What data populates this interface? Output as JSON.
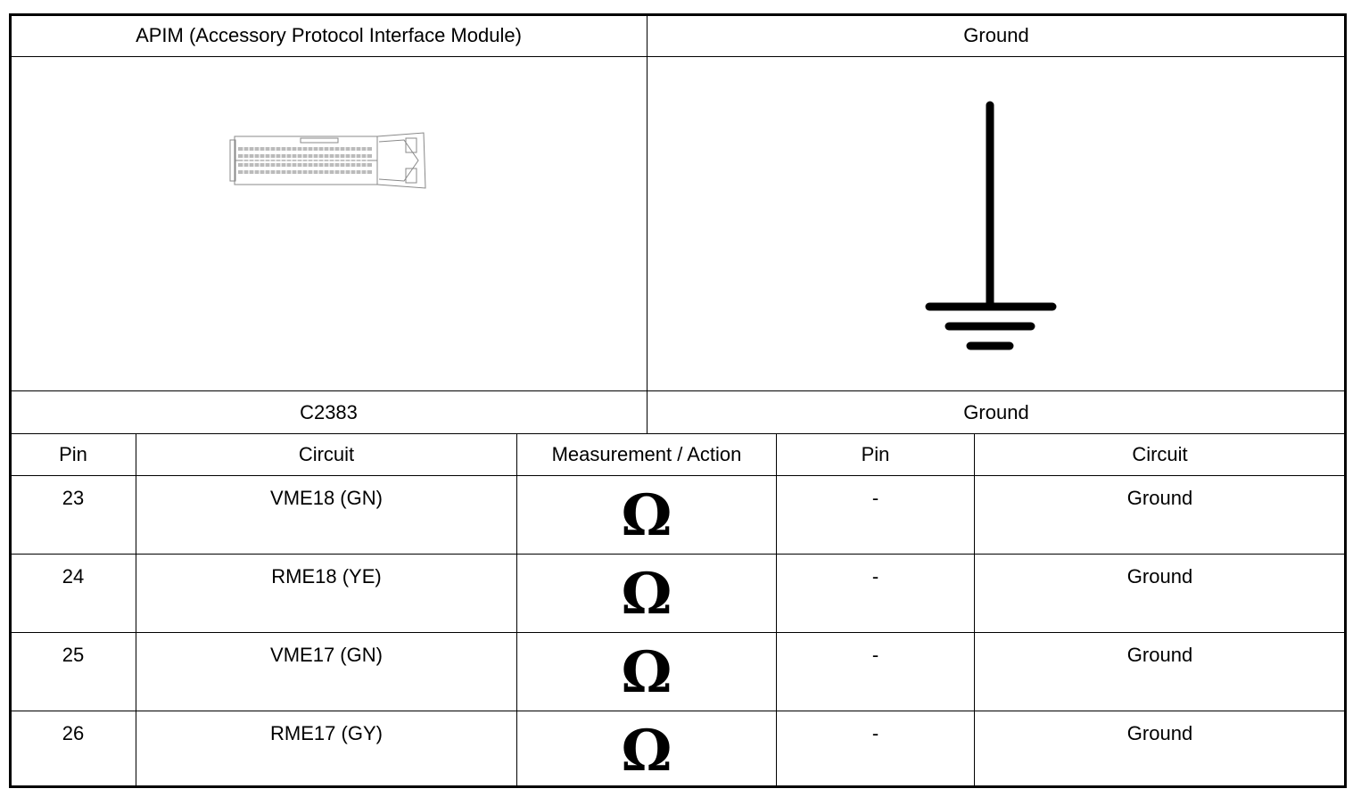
{
  "header": {
    "left_title": "APIM (Accessory Protocol Interface Module)",
    "right_title": "Ground"
  },
  "illustrations": {
    "left_icon": "connector-icon",
    "right_icon": "ground-symbol-icon"
  },
  "connectors": {
    "left_id": "C2383",
    "right_id": "Ground"
  },
  "columns": [
    "Pin",
    "Circuit",
    "Measurement / Action",
    "Pin",
    "Circuit"
  ],
  "rows": [
    {
      "pin": "23",
      "circuit": "VME18 (GN)",
      "measurement": "Ω",
      "pin2": "-",
      "circuit2": "Ground"
    },
    {
      "pin": "24",
      "circuit": "RME18 (YE)",
      "measurement": "Ω",
      "pin2": "-",
      "circuit2": "Ground"
    },
    {
      "pin": "25",
      "circuit": "VME17 (GN)",
      "measurement": "Ω",
      "pin2": "-",
      "circuit2": "Ground"
    },
    {
      "pin": "26",
      "circuit": "RME17 (GY)",
      "measurement": "Ω",
      "pin2": "-",
      "circuit2": "Ground"
    }
  ]
}
